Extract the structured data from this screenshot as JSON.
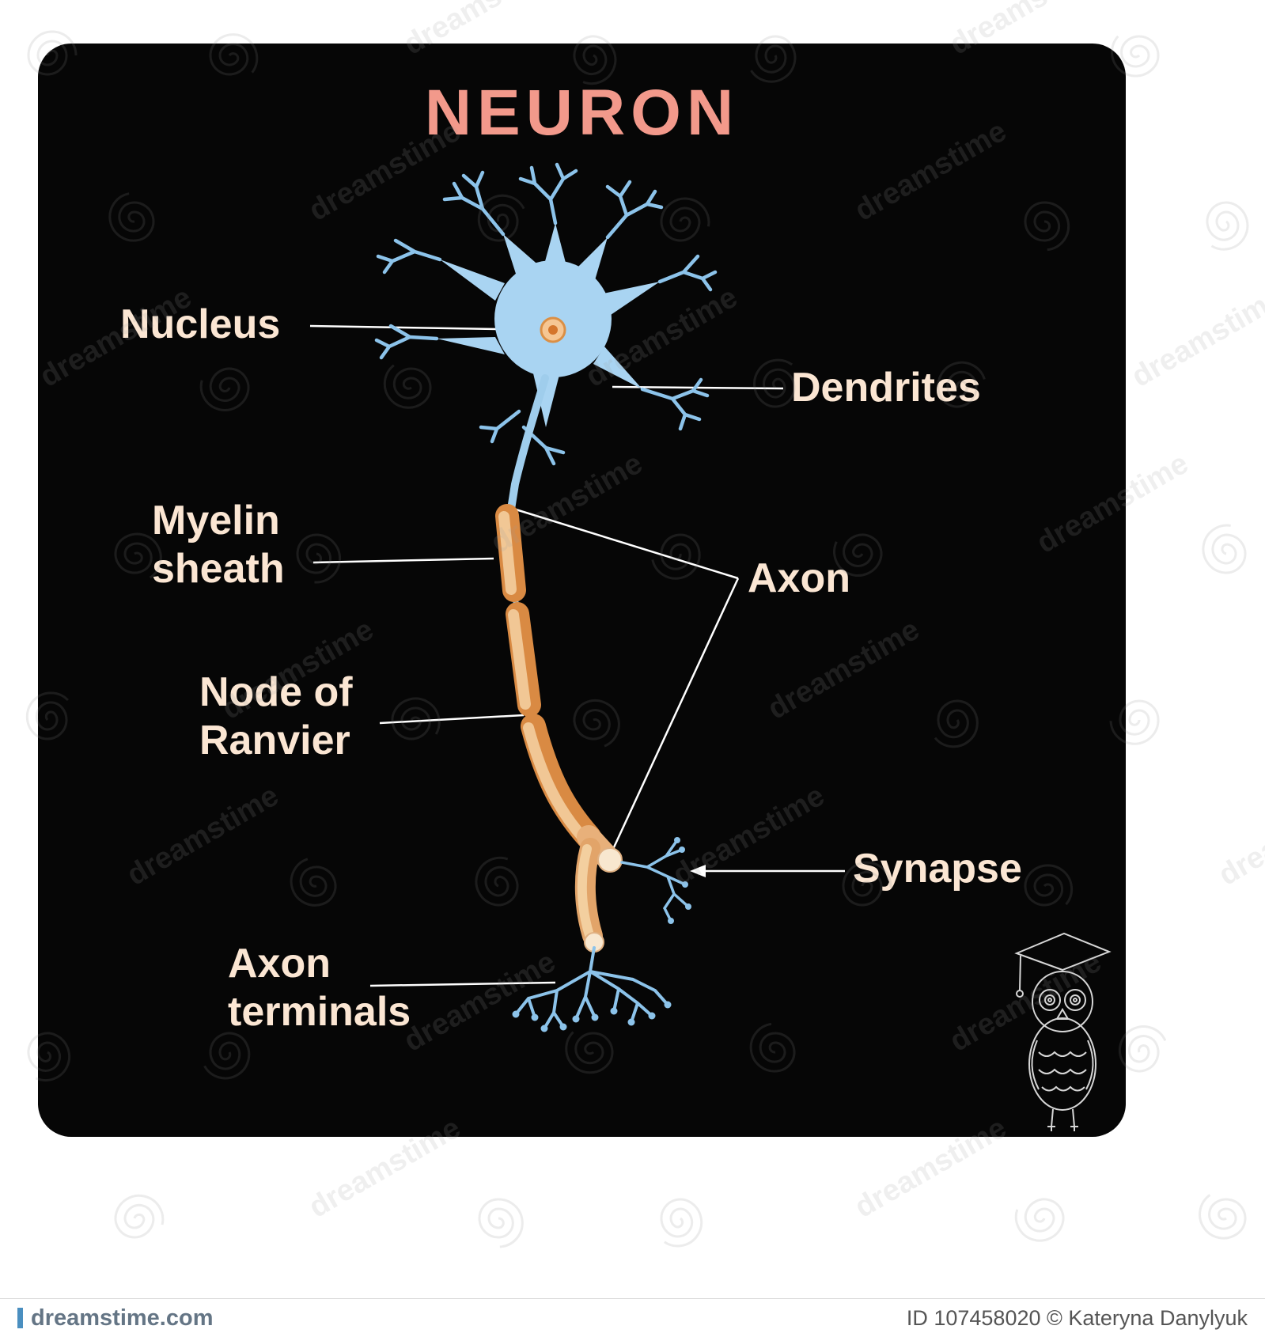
{
  "title": "NEURON",
  "labels": {
    "nucleus": "Nucleus",
    "dendrites": "Dendrites",
    "myelin_sheath": "Myelin sheath",
    "node_of_ranvier": "Node of Ranvier",
    "axon": "Axon",
    "synapse": "Synapse",
    "axon_terminals": "Axon terminals"
  },
  "watermark": {
    "text": "dreamstime"
  },
  "footer": {
    "site": "dreamstime.com",
    "credit": "ID 107458020 © Kateryna Danylyuk"
  },
  "colors": {
    "title_color": "#f2998b",
    "label_color": "#fbe6d3",
    "soma_blue": "#a9d4f2",
    "branch_blue": "#8cc3ea",
    "myelin_dark": "#d98a43",
    "myelin_light": "#f1c795",
    "bg_black": "#060606"
  }
}
